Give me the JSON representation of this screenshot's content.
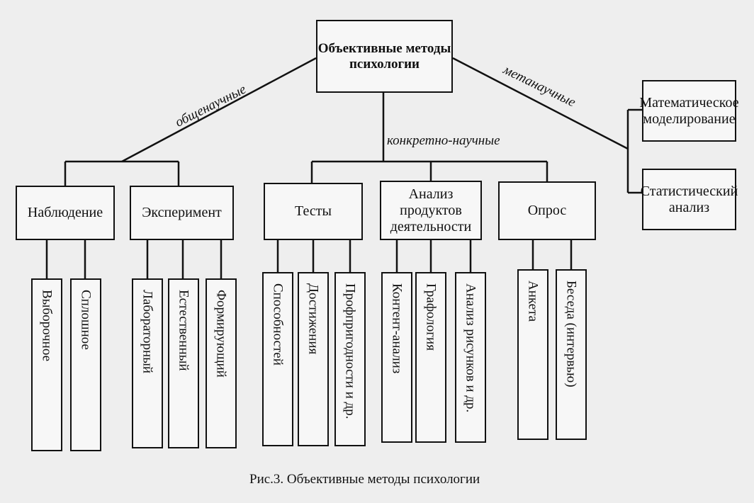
{
  "root": "Объективные методы психологии",
  "edge_labels": {
    "general": "общенаучные",
    "concrete": "конкретно-научные",
    "meta": "метанаучные"
  },
  "categories": [
    {
      "label": "Наблюдение",
      "methods": [
        "Выборочное",
        "Сплошное"
      ]
    },
    {
      "label": "Эксперимент",
      "methods": [
        "Лабораторный",
        "Естественный",
        "Формирующий"
      ]
    },
    {
      "label": "Тесты",
      "methods": [
        "Способностей",
        "Достижения",
        "Профпригодности и др."
      ]
    },
    {
      "label": "Анализ продуктов деятельности",
      "methods": [
        "Контент-анализ",
        "Графология",
        "Анализ рисунков и др."
      ]
    },
    {
      "label": "Опрос",
      "methods": [
        "Анкета",
        "Беседа (интервью)"
      ]
    }
  ],
  "meta_methods": [
    "Математическое моделирование",
    "Статистический анализ"
  ],
  "caption": "Рис.3. Объективные методы психологии"
}
